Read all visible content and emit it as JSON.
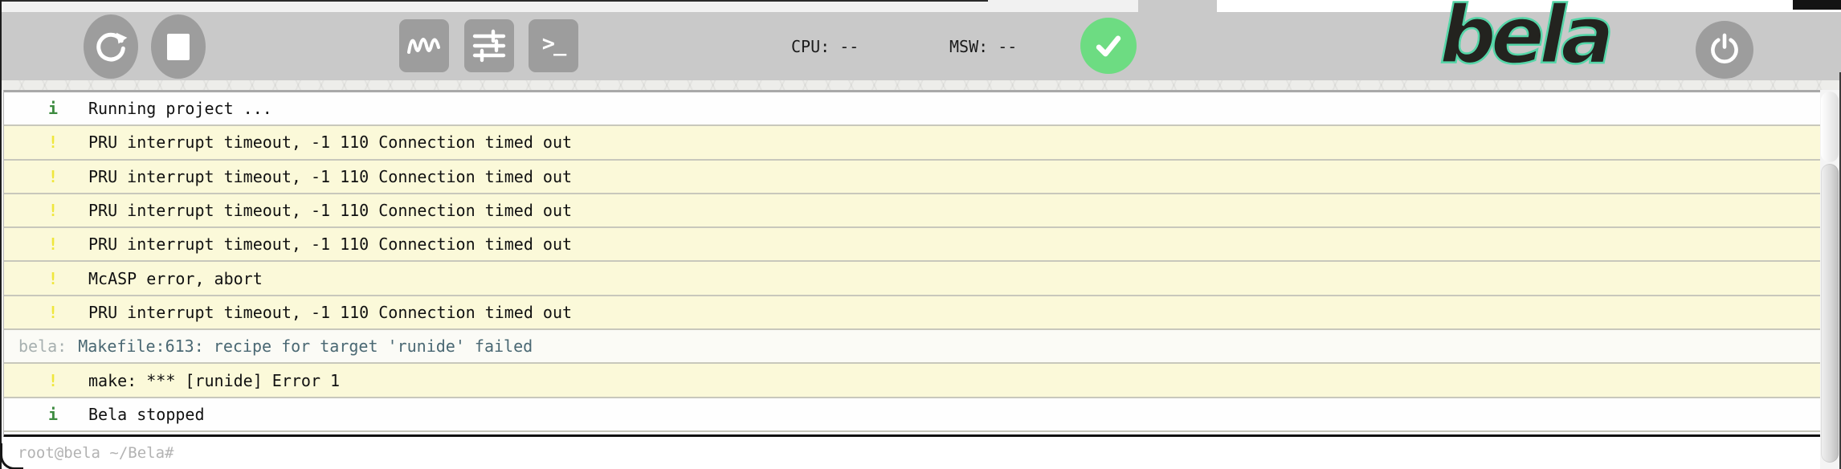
{
  "toolbar": {
    "cpu_label": "CPU: ",
    "cpu_value": "--",
    "msw_label": "MSW: ",
    "msw_value": "--",
    "terminal_glyph": ">_",
    "logo_text": "bela"
  },
  "console": {
    "rows": [
      {
        "type": "info",
        "icon": "i",
        "text": "Running project ..."
      },
      {
        "type": "warning",
        "icon": "!",
        "text": "PRU interrupt timeout, -1 110 Connection timed out"
      },
      {
        "type": "warning",
        "icon": "!",
        "text": "PRU interrupt timeout, -1 110 Connection timed out"
      },
      {
        "type": "warning",
        "icon": "!",
        "text": "PRU interrupt timeout, -1 110 Connection timed out"
      },
      {
        "type": "warning",
        "icon": "!",
        "text": "PRU interrupt timeout, -1 110 Connection timed out"
      },
      {
        "type": "warning",
        "icon": "!",
        "text": "McASP error, abort"
      },
      {
        "type": "warning",
        "icon": "!",
        "text": "PRU interrupt timeout, -1 110 Connection timed out"
      },
      {
        "type": "shell",
        "prefix": "bela:",
        "text": "Makefile:613: recipe for target 'runide' failed"
      },
      {
        "type": "warning",
        "icon": "!",
        "text": "make: *** [runide] Error 1"
      },
      {
        "type": "info",
        "icon": "i",
        "text": "Bela stopped"
      }
    ]
  },
  "terminal": {
    "prompt": "root@bela ~/Bela#"
  },
  "icons": {
    "run": "circular-arrow",
    "stop": "white-square",
    "scope": "sine-wave",
    "settings": "sliders",
    "console": ">_",
    "status": "checkmark",
    "power": "power-symbol"
  },
  "colors": {
    "toolbar_bg": "#c9c9c9",
    "button_gray": "#9d9d9d",
    "status_green": "#6ddc82",
    "logo_green": "#55d6a8",
    "warning_row_bg": "#fbf9d9",
    "warning_icon_yellow": "#efe73d",
    "info_icon_green": "#3d8b40",
    "shell_text": "#4a6873",
    "shell_prefix": "#a7b0b0",
    "prompt_text": "#b3b3b3"
  }
}
